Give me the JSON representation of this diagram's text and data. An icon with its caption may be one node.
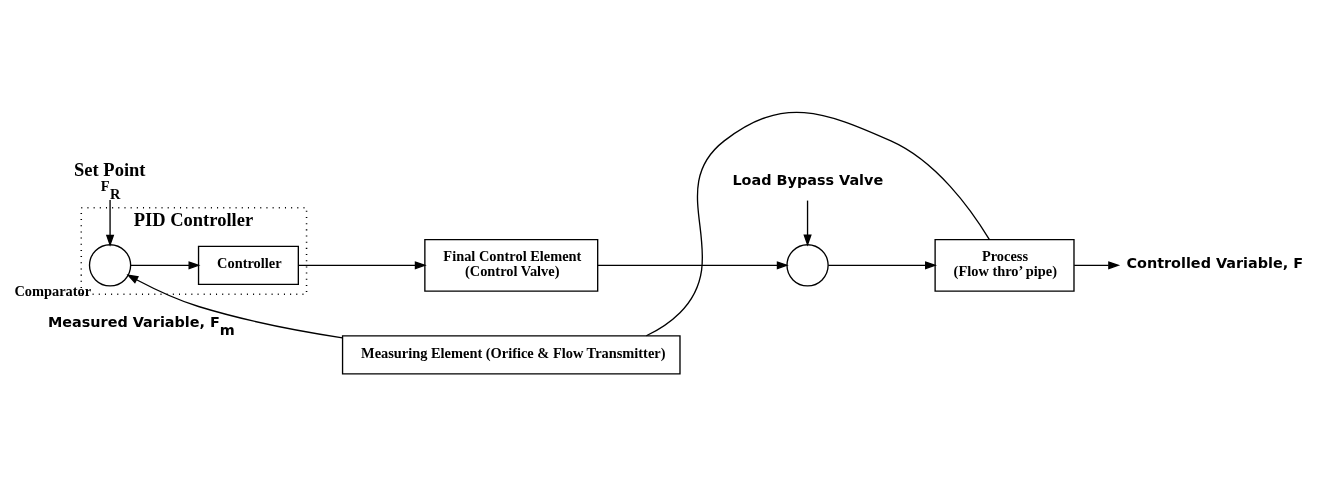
{
  "diagram": {
    "nodes": [
      {
        "text": [
          "PID Controller"
        ]
      },
      {
        "text": [],
        "shape": "circle",
        "in": 0,
        "beside": [
          "Comparator"
        ]
      },
      {
        "text": [
          "Controller"
        ],
        "in": 0
      },
      {
        "text": [
          "Final Control Element",
          "(Control Valve)"
        ]
      },
      {
        "text": [],
        "shape": "circle"
      },
      {
        "text": [
          "Process",
          "(Flow thro’ pipe)"
        ]
      },
      {
        "text": [
          "Measuring Element (Orifice & Flow Transmitter)"
        ]
      },
      {
        "text": [
          "Set Point",
          "F$_{R}$"
        ]
      },
      {
        "text": [
          "Load Bypass Valve"
        ]
      },
      {
        "text": [
          "Controlled Variable, F"
        ]
      }
    ],
    "edges": [
      {
        "from": 7,
        "to": 1,
        "arrow": "to"
      },
      {
        "from": 1,
        "to": 2,
        "arrow": "to"
      },
      {
        "from": 2,
        "to": 3,
        "arrow": "to"
      },
      {
        "from": 3,
        "to": 4,
        "arrow": "to"
      },
      {
        "from": 8,
        "to": 4,
        "arrow": "to"
      },
      {
        "from": 4,
        "to": 5,
        "arrow": "to"
      },
      {
        "from": 5,
        "to": 9,
        "arrow": "to"
      },
      {
        "from": 5,
        "to": 6,
        "arrow": "none"
      },
      {
        "from": 6,
        "to": 1,
        "arrow": "to",
        "label": "Measured Variable, F$_{m}$"
      }
    ]
  }
}
